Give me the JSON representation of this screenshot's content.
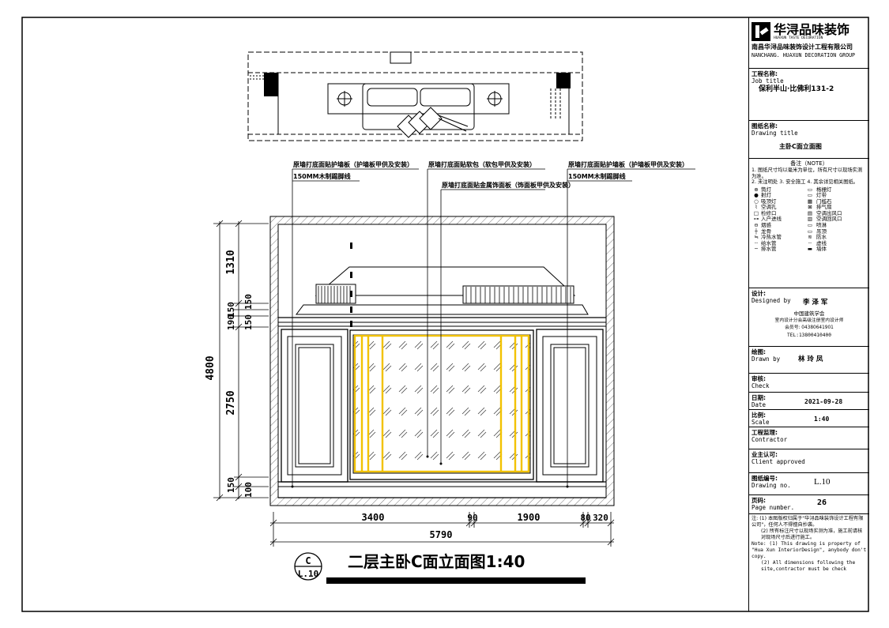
{
  "drawing": {
    "dimensions": {
      "total_height": "4800",
      "top_height": "1310",
      "v150a": "150",
      "v150b": "150",
      "v190": "190",
      "middle_height": "2750",
      "bottom_150": "150",
      "bottom_100": "100",
      "w_left": "3400",
      "w_90": "90",
      "w_1900": "1900",
      "w_80": "80",
      "w_320": "320",
      "total_width": "5790"
    },
    "callouts": [
      "原墙打底面贴护墙板（护墙板甲供及安装）",
      "150MM木制踢脚线",
      "原墙打底面贴软包（软包甲供及安装）",
      "原墙打底面贴金属饰面板（饰面板甲供及安装）",
      "原墙打底面贴护墙板（护墙板甲供及安装）",
      "150MM木制踢脚线"
    ],
    "title_mark_top": "C",
    "title_mark_bottom": "L.10",
    "title": "二层主卧C面立面图1:40"
  },
  "title_block": {
    "company_logo": "华浔品味装饰",
    "company_logo_en": "HUAXUN TASTE DECORATION",
    "company_cn": "南昌华浔品味装饰设计工程有限公司",
    "company_en": "NANCHANG. HUAXUN DECORATION GROUP",
    "job_label_cn": "工程名称:",
    "job_label_en": "Job title",
    "job_value": "保利半山·比佛利131-2",
    "drawing_label_cn": "图纸名称:",
    "drawing_label_en": "Drawing title",
    "drawing_value": "主卧C面立面图",
    "legend_title": "备注（NOTE）",
    "legend_notes": [
      "1. 图纸尺寸均以毫米为单位，所有尺寸以现场实测为准。",
      "2. 未注明处 3. 安全施工 4. 其余详见相关图纸。"
    ],
    "legend_items": [
      {
        "sym": "⊕",
        "a": "筒灯",
        "sw": "▭",
        "b": "格栅灯"
      },
      {
        "sym": "●",
        "a": "射灯",
        "sw": "▭",
        "b": "灯带"
      },
      {
        "sym": "○",
        "a": "吸顶灯",
        "sw": "▦",
        "b": "门槛石"
      },
      {
        "sym": "⌇",
        "a": "空调孔",
        "sw": "⊠",
        "b": "排气扇"
      },
      {
        "sym": "□",
        "a": "检修口",
        "sw": "▤",
        "b": "空调出风口"
      },
      {
        "sym": "⊶",
        "a": "入户进线",
        "sw": "▥",
        "b": "空调回风口"
      },
      {
        "sym": "⊖",
        "a": "烟感",
        "sw": "▭",
        "b": "喷淋"
      },
      {
        "sym": "┼",
        "a": "龙骨",
        "sw": "▭",
        "b": "吊顶"
      },
      {
        "sym": "≒",
        "a": "冷热水管",
        "sw": "≋",
        "b": "防水"
      },
      {
        "sym": "┄",
        "a": "给水管",
        "sw": "┄",
        "b": "虚线"
      },
      {
        "sym": "─",
        "a": "排水管",
        "sw": "▬",
        "b": "墙体"
      }
    ],
    "designer_label_cn": "设计:",
    "designer_label_en": "Designed by",
    "designer_value": "李 泽 军",
    "designer_org1": "中国建筑学会",
    "designer_org2": "室内设计分会高级注册室内设计师",
    "designer_cert": "会员号: 04380641901",
    "designer_tel": "TEL:13800410400",
    "drawn_label_cn": "绘图:",
    "drawn_label_en": "Drawn by",
    "drawn_value": "林 玲 凤",
    "check_label_cn": "审核:",
    "check_label_en": "Check",
    "date_label_cn": "日期:",
    "date_label_en": "Date",
    "date_value": "2021-09-28",
    "scale_label_cn": "比例:",
    "scale_label_en": "Scale",
    "scale_value": "1:40",
    "contractor_label_cn": "工程监理:",
    "contractor_label_en": "Contractor",
    "client_label_cn": "业主认可:",
    "client_label_en": "Client approved",
    "drawing_no_label_cn": "图纸编号:",
    "drawing_no_label_en": "Drawing no.",
    "drawing_no_value": "L.10",
    "page_label_cn": "页码:",
    "page_label_en": "Page number.",
    "page_value": "26",
    "notes_cn_1": "注: (1) 本图版权归属于\"华浔品味装饰设计工程有限公司\"，任何人不得擅自抄袭。",
    "notes_cn_2": "(2) 所有标注尺寸以现场实测为准，施工前请核对现场尺寸后进行施工。",
    "notes_en_1": "Note: (1) This drawing is property of \"Hua Xun InteriorDesign\", anybody don't copy.",
    "notes_en_2": "(2) All dimensions following the site,contractor must be check"
  },
  "colors": {
    "line": "#000000",
    "panel_accent": "#f2c200",
    "frame": "#000000",
    "hatch": "#555555"
  }
}
